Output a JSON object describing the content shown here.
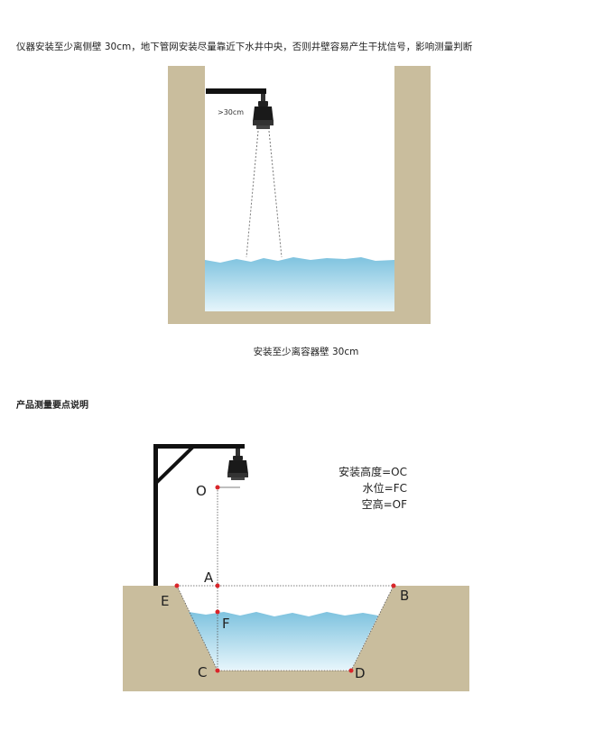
{
  "intro_text": "仪器安装至少离侧壁 30cm，地下管网安装尽量靠近下水井中央，否则井壁容易产生干扰信号，影响测量判断",
  "figure1": {
    "distance_label": ">30cm",
    "caption": "安装至少离容器壁 30cm"
  },
  "section_title": "产品测量要点说明",
  "figure2": {
    "point_labels": {
      "O": "O",
      "A": "A",
      "B": "B",
      "C": "C",
      "D": "D",
      "E": "E",
      "F": "F"
    },
    "legend": [
      "安装高度=OC",
      "水位=FC",
      "空高=OF"
    ]
  },
  "colors": {
    "soil": "#c9bd9d",
    "water_top": "#7fc3df",
    "water_bottom": "#e4f4fb",
    "marker": "#d9252a",
    "dark": "#111111"
  }
}
